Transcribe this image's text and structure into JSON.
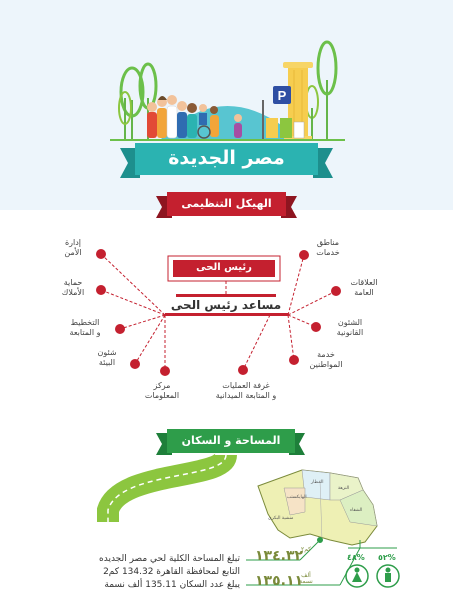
{
  "header": {
    "city_name": "مصر الجديدة",
    "icons": [
      "tree-icon",
      "people-icon",
      "column-icon",
      "parking-sign-icon",
      "recycle-bin-icon",
      "wheelchair-icon"
    ]
  },
  "org_chart": {
    "title": "الهيكل التنظيمى",
    "head": "رئيس الحى",
    "assistant": "مساعد رئيس الحى",
    "left_items": [
      "إدارة\nالأمن",
      "حماية\nالأملاك",
      "التخطيط\nو المتابعة",
      "شئون\nالبيئة",
      "مركز\nالمعلومات"
    ],
    "right_items": [
      "مناطق\nخدمات",
      "العلاقات\nالعامة",
      "الشئون\nالقانونية",
      "خدمة\nالمواطنين"
    ],
    "bottom_item": "غرفة العمليات\nو المتابعة الميدانية"
  },
  "area_population": {
    "title": "المساحة و السكان",
    "area_value": "١٣٤.٣٢",
    "area_unit": "كم٢",
    "population_value": "١٣٥.١١",
    "population_unit": "ألف\nنسمة",
    "description_lines": [
      "تبلغ المساحة الكلية لحي مصر الجديده",
      "التابع لمحافظة القاهرة 134.32 كم2",
      "يبلغ عدد السكان 135.11 ألف نسمة"
    ],
    "female_pct": "٤٨%",
    "male_pct": "٥٢%",
    "map_districts": [
      "المطار",
      "النزهة",
      "الهايكستب",
      "منشية البكري",
      "الشفاء"
    ]
  },
  "colors": {
    "red": "#c4202f",
    "teal": "#2bb3b1",
    "green": "#8cc63f",
    "dark_green": "#2e9d4a",
    "map_yellow": "#eef0b4"
  }
}
